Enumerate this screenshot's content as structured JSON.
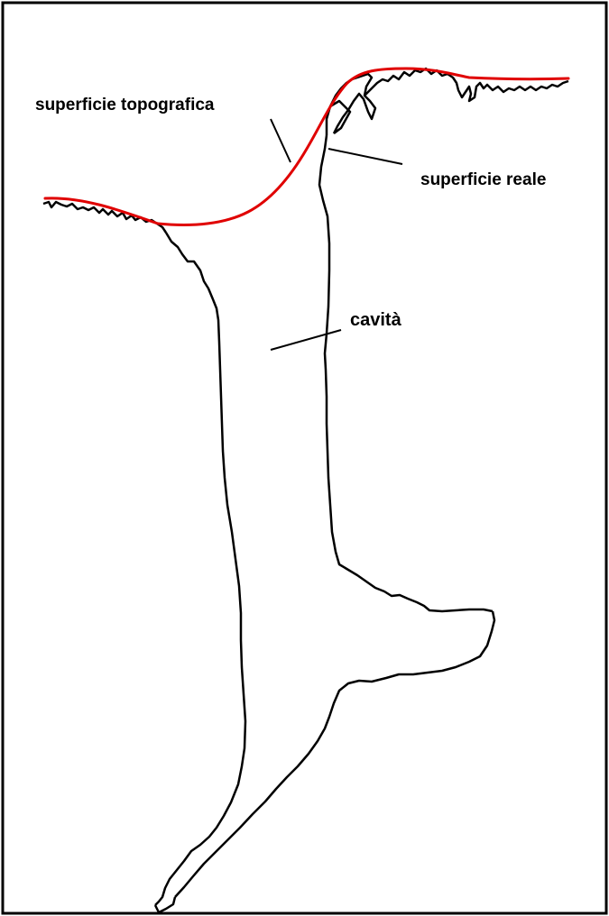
{
  "labels": {
    "topographic_surface": "superficie topografica",
    "real_surface": "superficie reale",
    "cavity": "cavità"
  },
  "colors": {
    "frame": "#000000",
    "outline": "#000000",
    "topographic_line": "#e00000",
    "background": "#ffffff"
  }
}
